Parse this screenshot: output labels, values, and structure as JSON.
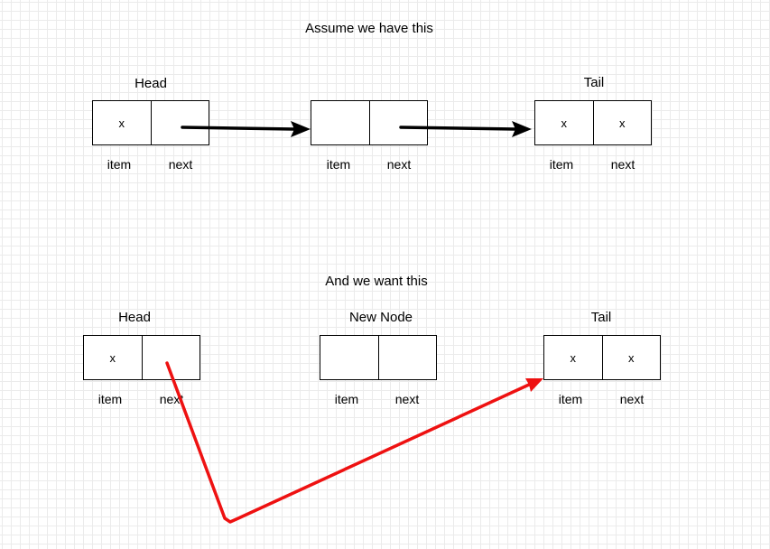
{
  "diagram1": {
    "title": "Assume we have this",
    "head_label": "Head",
    "tail_label": "Tail",
    "nodes": [
      {
        "item": "x",
        "next": "",
        "item_caption": "item",
        "next_caption": "next"
      },
      {
        "item": "",
        "next": "",
        "item_caption": "item",
        "next_caption": "next"
      },
      {
        "item": "x",
        "next": "x",
        "item_caption": "item",
        "next_caption": "next"
      }
    ],
    "arrow_color": "#000000"
  },
  "diagram2": {
    "title": "And we want this",
    "head_label": "Head",
    "new_node_label": "New Node",
    "tail_label": "Tail",
    "nodes": [
      {
        "item": "x",
        "next": "",
        "item_caption": "item",
        "next_caption": "next"
      },
      {
        "item": "",
        "next": "",
        "item_caption": "item",
        "next_caption": "next"
      },
      {
        "item": "x",
        "next": "x",
        "item_caption": "item",
        "next_caption": "next"
      }
    ],
    "arrow_color": "#ee1111"
  }
}
